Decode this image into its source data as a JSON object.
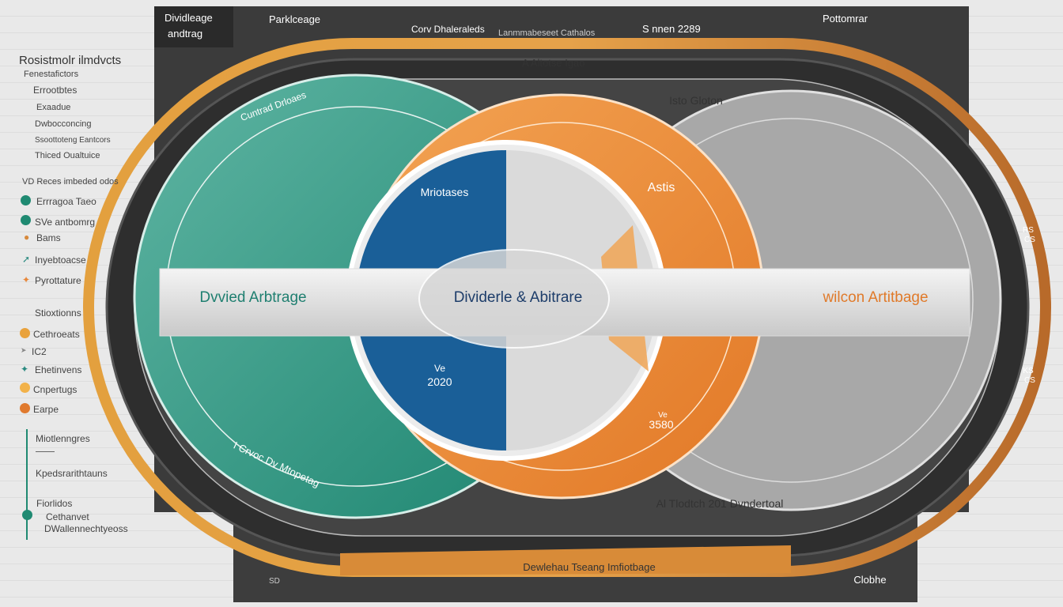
{
  "header": {
    "box_label_line1": "Dividleage",
    "box_label_line2": "andtrag",
    "tab_1": "Parklceage",
    "tab_2": "Corv Dhaleraleds",
    "tab_3": "Lanmmabeseet Cathalos",
    "tab_4": "S nnen 2289",
    "tab_5": "Pottomrar"
  },
  "sidebar": {
    "title": "Rosistmolr ilmdvcts",
    "items": [
      "Fenestafictors",
      "Errootbtes",
      "Exaadue",
      "Dwbocconcing",
      "Ssoottoteng Eantcors",
      "Thiced Oualtuice",
      "VD Reces  imbeded odos"
    ],
    "legend_1": [
      {
        "label": "Errragoa   Taeo",
        "color": "#1f8a72",
        "icon": "dot"
      },
      {
        "label": "SVe antbomrg",
        "color": "#1f8a72",
        "icon": "dot"
      },
      {
        "label": "Bams",
        "color": "#d7893c",
        "icon": "leaf"
      },
      {
        "label": "Inyebtoacse",
        "color": "#2a8a80",
        "icon": "arrow"
      },
      {
        "label": "Pyrottature",
        "color": "#e8873a",
        "icon": "star"
      }
    ],
    "section_2": "Stioxtionns",
    "legend_2": [
      {
        "label": "Cethroeats",
        "color": "#e9a23c",
        "icon": "dot"
      },
      {
        "label": "IC2",
        "color": "#888",
        "icon": "arrow"
      },
      {
        "label": "Ehetinvens",
        "color": "#2a8a80",
        "icon": "star"
      },
      {
        "label": "Cnpertugs",
        "color": "#f2b24a",
        "icon": "dot"
      },
      {
        "label": "Earpe",
        "color": "#e07a2e",
        "icon": "dot"
      }
    ],
    "timeline": [
      "Miotlenngres",
      "Kpedsrarithtauns",
      "Fiorlidos",
      "Cethanvet",
      "DWallennechtyeoss"
    ],
    "timeline_color": "#1f8a72"
  },
  "diagram": {
    "ring_top_label": "Cuntrad Drloaes",
    "ring_bottom_label": "I Crvoc Dv Mtopetag",
    "left_band_label": "Dvvied Arbtrage",
    "center_band_label": "Dividerle & Abitrare",
    "right_band_label": "wilcon Artitbage",
    "blue_label": "Mriotases",
    "blue_value_line1": "Ve",
    "blue_value_line2": "2020",
    "orange_label": "Astis",
    "orange_top_label": "A Altotse Igao",
    "orange_value_line1": "Ve",
    "orange_value_line2": "3580",
    "gray_label": "Isto Gloton",
    "gray_bottom_label": "Al Tlodtch 201 Dvndertoal",
    "right_label_1_line1": "RS",
    "right_label_1_line2": "CS",
    "right_label_2_line1": "KS",
    "right_label_2_line2": "CS",
    "footer_label": "Dewlehau Tseang Imfiotbage",
    "footer_left": "SD",
    "footer_right": "Clobhe",
    "colors": {
      "teal": "#2a9580",
      "blue": "#1a5f98",
      "orange": "#e8863a",
      "gray": "#a9a9a9",
      "ring_orange": "#d98a34",
      "dark": "#3a3a3a"
    }
  }
}
